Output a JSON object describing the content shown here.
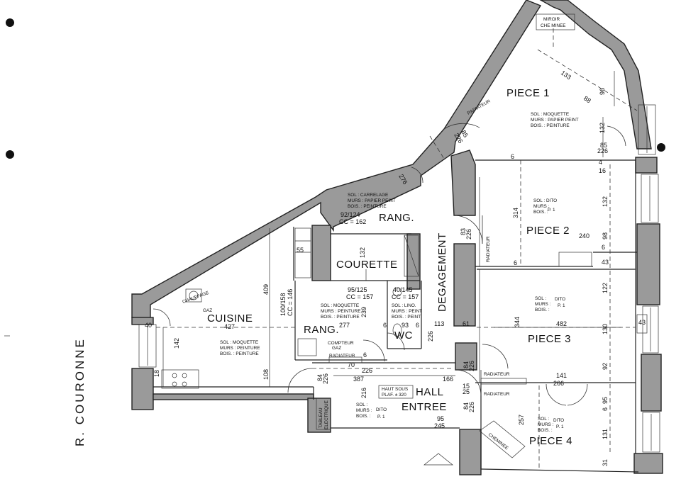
{
  "street": "R. COURONNE",
  "rooms": {
    "piece1": "PIECE 1",
    "piece2": "PIECE 2",
    "piece3": "PIECE 3",
    "piece4": "PIECE 4",
    "cuisine": "CUISINE",
    "courette": "COURETTE",
    "rang_top": "RANG.",
    "rang_mid": "RANG.",
    "wc": "WC",
    "hall": "HALL",
    "entree": "ENTREE",
    "degagement": "DEGAGEMENT"
  },
  "notes": {
    "miroir1": "MIROIR",
    "miroir2": "CHE MINEE",
    "radiateur_p1": "RADIATEUR",
    "radiateur_p2": "RADIATEUR",
    "radiateur_hall1": "RADIATEUR",
    "radiateur_hall2": "RADIATEUR",
    "radiateur_rang": "RADIATEUR",
    "chauffage1": "CHAUFFAGE",
    "chauffage2": "GAZ",
    "compteur1": "COMPTEUR",
    "compteur2": "GAZ",
    "tableau1": "TABLEAU",
    "tableau2": "ELECTRIQUE",
    "cheminee": "CHEMINEE",
    "haut1": "HAUT SOUS",
    "haut2": "PLAF. ± 320",
    "p1_1": "SOL : MOQUETTE",
    "p1_2": "MURS : PAPIER PEINT",
    "p1_3": "BOIS. : PEINTURE",
    "sdb_1": "SOL : CARRELAGE",
    "sdb_2": "MURS : PAPIER PEINT",
    "sdb_3": "BOIS. : PEINTURE",
    "p2_1": "SOL :",
    "p2_2": "MURS :",
    "p2_3": "BOIS. :",
    "p2_v1": "DITO",
    "p2_v2": "P. 1",
    "p3_1": "SOL :",
    "p3_2": "MURS :",
    "p3_3": "BOIS. :",
    "p3_v1": "DITO",
    "p3_v2": "P. 1",
    "p4_1": "SOL :",
    "p4_2": "MURS :",
    "p4_3": "BOIS. :",
    "p4_v1": "DITO",
    "p4_v2": "P. 1",
    "hall_1": "SOL :",
    "hall_2": "MURS :",
    "hall_3": "BOIS. :",
    "hall_v1": "DITO",
    "hall_v2": "P. 1",
    "cui_1": "SOL : MOQUETTE",
    "cui_2": "MURS : PEINTURE",
    "cui_3": "BOIS. : PEINTURE",
    "rang_1": "SOL : MOQUETTE",
    "rang_2": "MURS : PEINTURE",
    "rang_3": "BOIS. : PEINTURE",
    "wc_1": "SOL : LINO.",
    "wc_2": "MURS : PEINT",
    "wc_3": "BOIS. : PEINT"
  },
  "dims": {
    "d133": "133",
    "d88": "88",
    "d96": "96",
    "d132a": "132",
    "d85a": "85",
    "d226a": "226",
    "d85b": "85",
    "d226b": "226",
    "d6a": "6",
    "d4": "4",
    "d16": "16",
    "d314": "314",
    "d240": "240",
    "d98": "98",
    "d132b": "132",
    "d83": "83",
    "d226c": "226",
    "d6b": "6",
    "d6c": "6",
    "d43": "43",
    "d344": "344",
    "d482": "482",
    "d122": "122",
    "d130": "130",
    "d92": "92",
    "d43b": "43",
    "d61": "61",
    "d113": "113",
    "d226d": "226",
    "d6d": "6",
    "d93": "93",
    "d6e": "6",
    "d40145": "40/145",
    "dcc157a": "CC = 157",
    "d95125": "95/125",
    "dcc157b": "CC = 157",
    "d239": "239",
    "d277": "277",
    "d132c": "132",
    "d92124": "92/124",
    "dcc162": "CC = 162",
    "d276": "276",
    "d55": "55",
    "d409": "409",
    "d100158": "100/158",
    "dcc146": "CC = 146",
    "d427": "427",
    "d142": "142",
    "d108": "108",
    "d40": "40",
    "d18": "18",
    "d6f": "6",
    "d70": "70",
    "d226e": "226",
    "d387": "387",
    "d216": "216",
    "d166": "166",
    "d84a": "84",
    "d226f": "226",
    "d84b": "84",
    "d226g": "226",
    "d84c": "84",
    "d226h": "226",
    "d95a": "95",
    "d245": "245",
    "d141": "141",
    "d266": "266",
    "d95b": "95",
    "d6g": "6",
    "d257": "257",
    "d131": "131",
    "d31": "31",
    "d15": "15",
    "d25": "25"
  }
}
